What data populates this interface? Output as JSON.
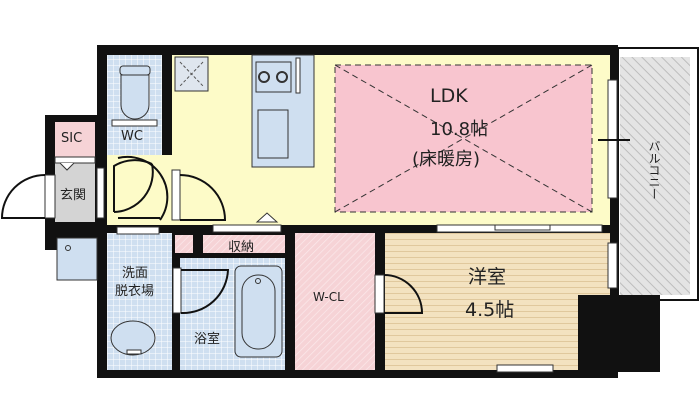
{
  "rooms": {
    "ldk": {
      "name": "LDK",
      "size": "10.8帖",
      "note": "(床暖房)"
    },
    "western": {
      "name": "洋室",
      "size": "4.5帖"
    },
    "wcl": "W-CL",
    "wc": "WC",
    "sic": "SIC",
    "entrance": "玄関",
    "washroom_line1": "洗面",
    "washroom_line2": "脱衣場",
    "bath": "浴室",
    "storage": "収納",
    "balcony": "バルコニー"
  },
  "colors": {
    "wall": "#111111",
    "ldk_yellow": "#fdfbc8",
    "floor_heating_pink": "#f8c5cf",
    "wet_blue": "#cfdff0",
    "closet_pink": "#f6d3d6",
    "western_tan": "#f3e2c0",
    "balcony_gray": "#d9d9d9"
  }
}
